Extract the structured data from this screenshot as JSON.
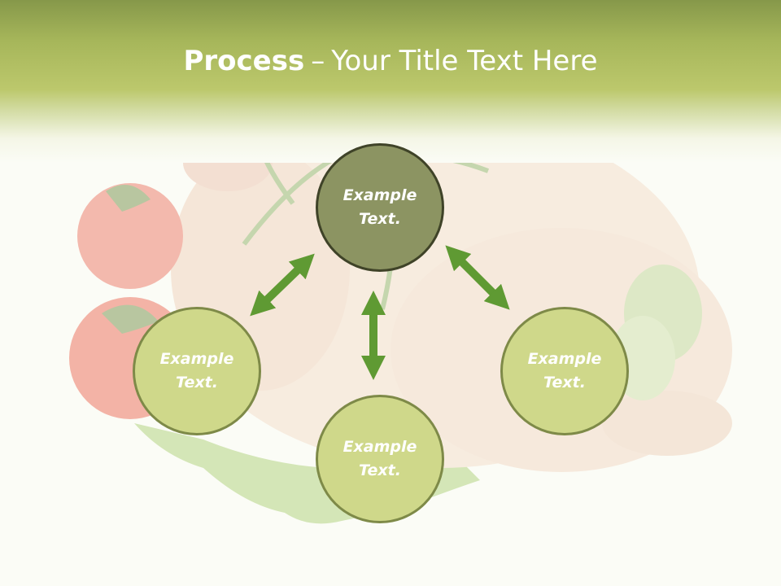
{
  "slide": {
    "title_bold": "Process",
    "title_separator": "–",
    "title_rest": "Your Title Text Here"
  },
  "nodes": {
    "top": {
      "line1": "Example",
      "line2": "Text."
    },
    "left": {
      "line1": "Example",
      "line2": "Text."
    },
    "bottom": {
      "line1": "Example",
      "line2": "Text."
    },
    "right": {
      "line1": "Example",
      "line2": "Text."
    }
  },
  "colors": {
    "header": "#a6b65a",
    "arrow": "#5f9a33",
    "center_fill": "#8c9462",
    "node_fill": "#cfd88a",
    "node_border": "#7e8a48"
  },
  "icons": {
    "arrow_top_left": "double-arrow-icon",
    "arrow_top_right": "double-arrow-icon",
    "arrow_vertical": "double-arrow-icon"
  }
}
